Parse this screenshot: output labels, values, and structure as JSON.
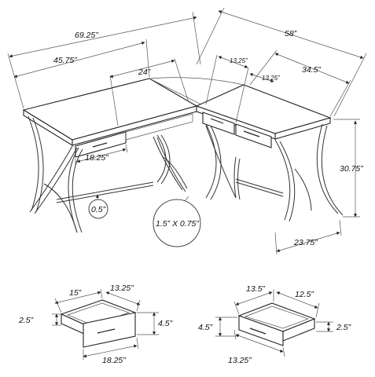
{
  "dimensions": {
    "overall_width": "69.25”",
    "right_width": "58”",
    "left_wing_width": "45.75”",
    "top_depth": "24”",
    "corner_drawer_depth_a": "13.25”",
    "corner_drawer_depth_b": "13.25”",
    "right_wing_width": "34.5”",
    "desk_height": "30.75”",
    "left_drawer_width": "18.25”",
    "right_depth": "23.75”",
    "frame_thickness": "0.5”",
    "leg_profile": "1.5” X 0.75”"
  },
  "drawer_left": {
    "width_top": "15”",
    "depth": "13.25”",
    "inner_height": "2.5”",
    "outer_height": "4.5”",
    "front_width": "18.25”"
  },
  "drawer_right": {
    "width_top": "13.5”",
    "depth": "12.5”",
    "outer_height": "4.5”",
    "inner_height": "2.5”",
    "front_width": "13.25”"
  }
}
